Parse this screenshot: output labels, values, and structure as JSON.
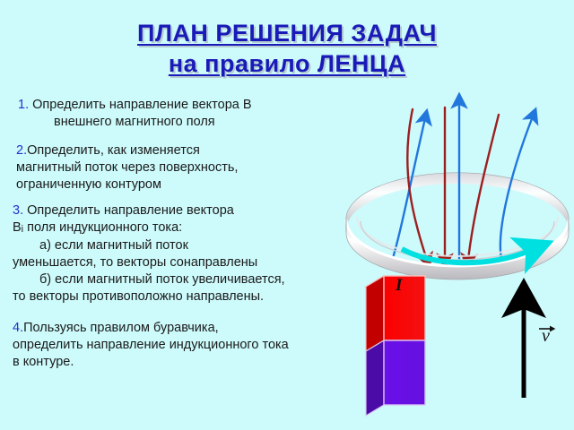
{
  "slide": {
    "background_color": "#cdfafb",
    "title": {
      "line1": "ПЛАН РЕШЕНИЯ ЗАДАЧ ",
      "line2": " на правило ЛЕНЦА",
      "color": "#1a1ab8"
    },
    "steps": [
      {
        "number": "1.",
        "lines": [
          " Определить направление вектора  В",
          "внешнего магнитного поля"
        ]
      },
      {
        "number": "2.",
        "lines": [
          "Определить, как изменяется",
          "магнитный поток через поверхность,",
          "ограниченную контуром"
        ]
      },
      {
        "number": "3.",
        "lines": [
          " Определить направление вектора",
          "B",
          "i",
          "  поля индукционного тока:",
          "а) если магнитный поток",
          "уменьшается, то векторы сонаправлены",
          "б) если магнитный поток увеличивается,",
          "то векторы противоположно направлены."
        ]
      },
      {
        "number": "4.",
        "lines": [
          "Пользуясь правилом  буравчика,",
          "определить направление индукционного тока",
          "в контуре."
        ]
      }
    ],
    "diagram": {
      "ring_label": "conducting-ring",
      "external_field_color": "#2277dd",
      "induced_field_color": "#9c1f1f",
      "current_arrow_color": "#00e0e0",
      "magnet_north_color": "#fb0000",
      "magnet_south_color": "#6a10e8",
      "velocity_arrow_color": "#000000",
      "current_label": "I",
      "velocity_label": "v"
    }
  }
}
